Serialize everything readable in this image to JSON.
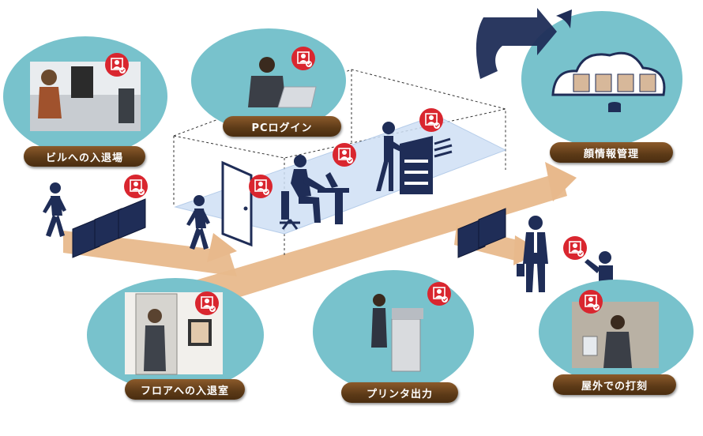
{
  "labels": {
    "building": "ビルへの入退場",
    "pc_login": "PCログイン",
    "face_db": "顔情報管理",
    "floor": "フロアへの入退室",
    "printer": "プリンタ出力",
    "outdoor": "屋外での打刻"
  },
  "colors": {
    "ellipse": "#78c2cc",
    "arrow": "#e8b98c",
    "label": "#5c3a17",
    "navy": "#1f2d57",
    "badge": "#d9262f",
    "floorplane": "#cfe0f5"
  },
  "icons": [
    "face-recognition-badge-icon",
    "refresh-sync-icon",
    "cloud-database-icon",
    "walking-person-icon",
    "gate-panel-icon",
    "door-icon",
    "office-worker-icon",
    "copier-icon",
    "businessman-icon"
  ]
}
